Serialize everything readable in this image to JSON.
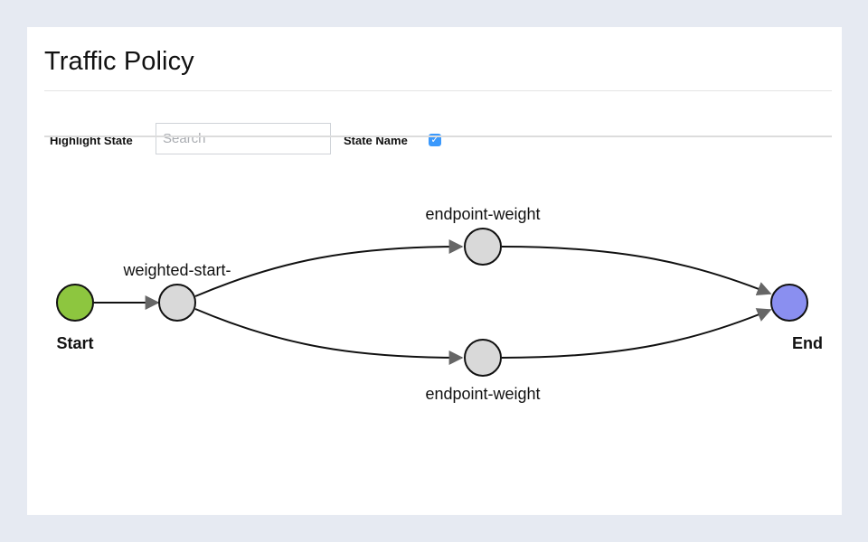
{
  "page": {
    "title": "Traffic Policy"
  },
  "toolbar": {
    "highlight_label": "Highlight State",
    "search_placeholder": "Search",
    "search_value": "",
    "state_name_label": "State Name",
    "state_name_checked": true,
    "check_glyph": "✓"
  },
  "graph": {
    "nodes": {
      "start": {
        "label": "Start",
        "color": "#8dc63f"
      },
      "weighted": {
        "label": "weighted-start-",
        "color": "#d9d9d9"
      },
      "endpoint_top": {
        "label": "endpoint-weight",
        "color": "#d9d9d9"
      },
      "endpoint_bottom": {
        "label": "endpoint-weight",
        "color": "#d9d9d9"
      },
      "end": {
        "label": "End",
        "color": "#8a8ff0"
      }
    },
    "edges": [
      {
        "from": "start",
        "to": "weighted"
      },
      {
        "from": "weighted",
        "to": "endpoint_top"
      },
      {
        "from": "weighted",
        "to": "endpoint_bottom"
      },
      {
        "from": "endpoint_top",
        "to": "end"
      },
      {
        "from": "endpoint_bottom",
        "to": "end"
      }
    ]
  }
}
